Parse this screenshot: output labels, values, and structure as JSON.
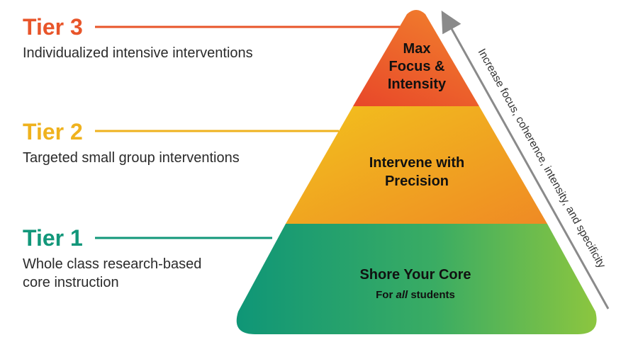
{
  "colors": {
    "tier3": "#e8552a",
    "tier2": "#efb21e",
    "tier1": "#12977a",
    "arrow": "#8a8a8a"
  },
  "tiers": [
    {
      "title": "Tier 3",
      "description": "Individualized intensive interventions",
      "pyramid_text": [
        "Max",
        "Focus &",
        "Intensity"
      ]
    },
    {
      "title": "Tier 2",
      "description": "Targeted small group interventions",
      "pyramid_text": [
        "Intervene with",
        "Precision"
      ]
    },
    {
      "title": "Tier 1",
      "description": "Whole class research-based\ncore instruction",
      "pyramid_text": [
        "Shore Your Core"
      ],
      "pyramid_subtext_prefix": "For ",
      "pyramid_subtext_emphasis": "all",
      "pyramid_subtext_suffix": " students"
    }
  ],
  "arrow_label": "Increase focus, coherence, intensity, and specificity"
}
